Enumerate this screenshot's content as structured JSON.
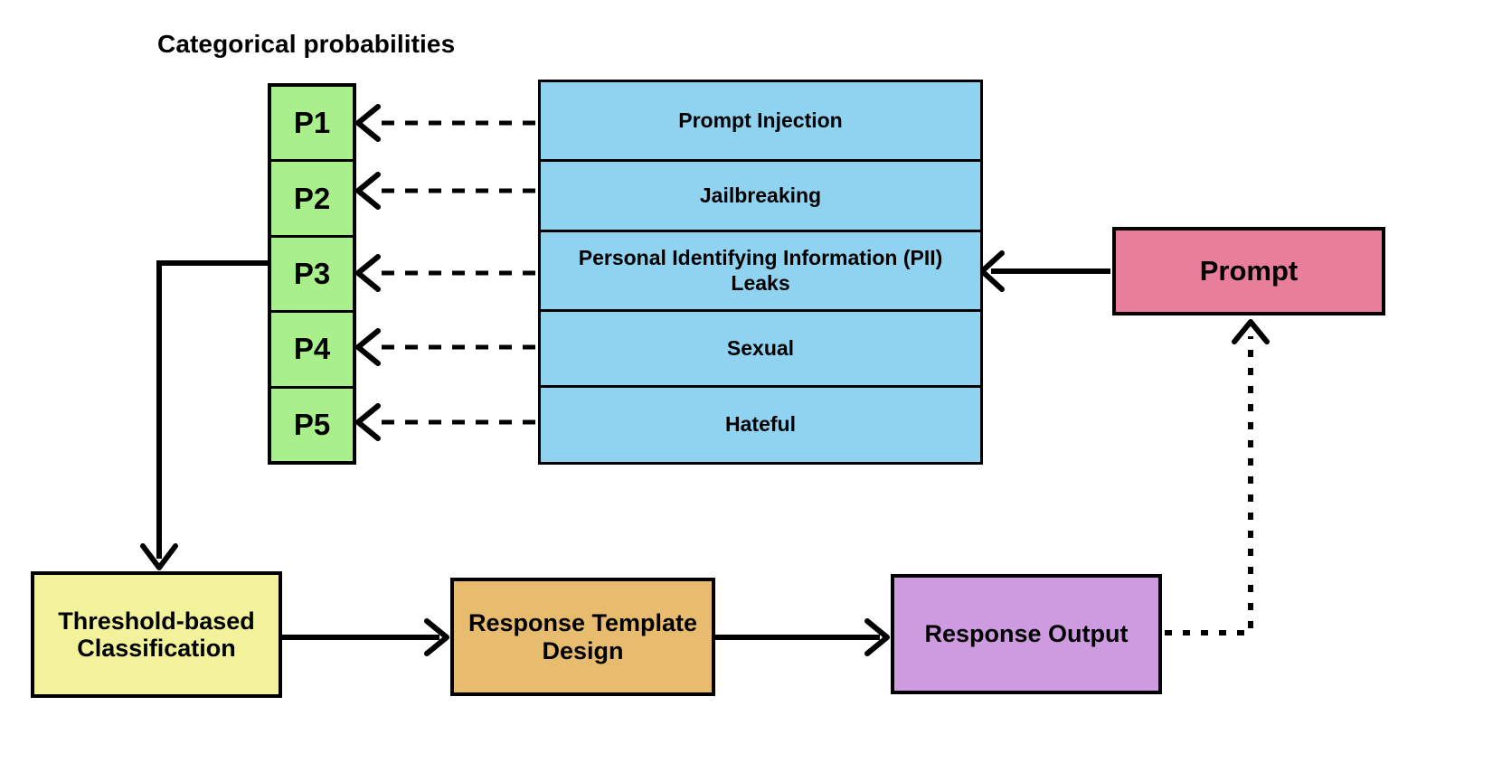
{
  "diagram": {
    "title": "Categorical probabilities",
    "probabilities": [
      {
        "label": "P1"
      },
      {
        "label": "P2"
      },
      {
        "label": "P3"
      },
      {
        "label": "P4"
      },
      {
        "label": "P5"
      }
    ],
    "categories": [
      {
        "label": "Prompt Injection"
      },
      {
        "label": "Jailbreaking"
      },
      {
        "label": "Personal Identifying Information (PII) Leaks"
      },
      {
        "label": "Sexual"
      },
      {
        "label": "Hateful"
      }
    ],
    "nodes": {
      "prompt": "Prompt",
      "threshold": "Threshold-based Classification",
      "template": "Response Template Design",
      "output": "Response Output"
    },
    "colors": {
      "probability_fill": "#A9F08D",
      "category_fill": "#8FD3F0",
      "prompt_fill": "#E87E9A",
      "threshold_fill": "#F2F29B",
      "template_fill": "#E8BC6E",
      "output_fill": "#CE9BE0",
      "stroke": "#000000",
      "background": "#FFFFFF"
    },
    "connectors": [
      {
        "name": "prompt-to-categories",
        "style": "solid",
        "arrow": "open-v"
      },
      {
        "name": "category-to-probability-1",
        "style": "dashed",
        "arrow": "open-v"
      },
      {
        "name": "category-to-probability-2",
        "style": "dashed",
        "arrow": "open-v"
      },
      {
        "name": "category-to-probability-3",
        "style": "dashed",
        "arrow": "open-v"
      },
      {
        "name": "category-to-probability-4",
        "style": "dashed",
        "arrow": "open-v"
      },
      {
        "name": "category-to-probability-5",
        "style": "dashed",
        "arrow": "open-v"
      },
      {
        "name": "probabilities-to-threshold",
        "style": "solid",
        "arrow": "open-v"
      },
      {
        "name": "threshold-to-template",
        "style": "solid",
        "arrow": "open-v"
      },
      {
        "name": "template-to-output",
        "style": "solid",
        "arrow": "open-v"
      },
      {
        "name": "output-to-prompt-feedback",
        "style": "dotted-dashed",
        "arrow": "open-v"
      }
    ]
  }
}
